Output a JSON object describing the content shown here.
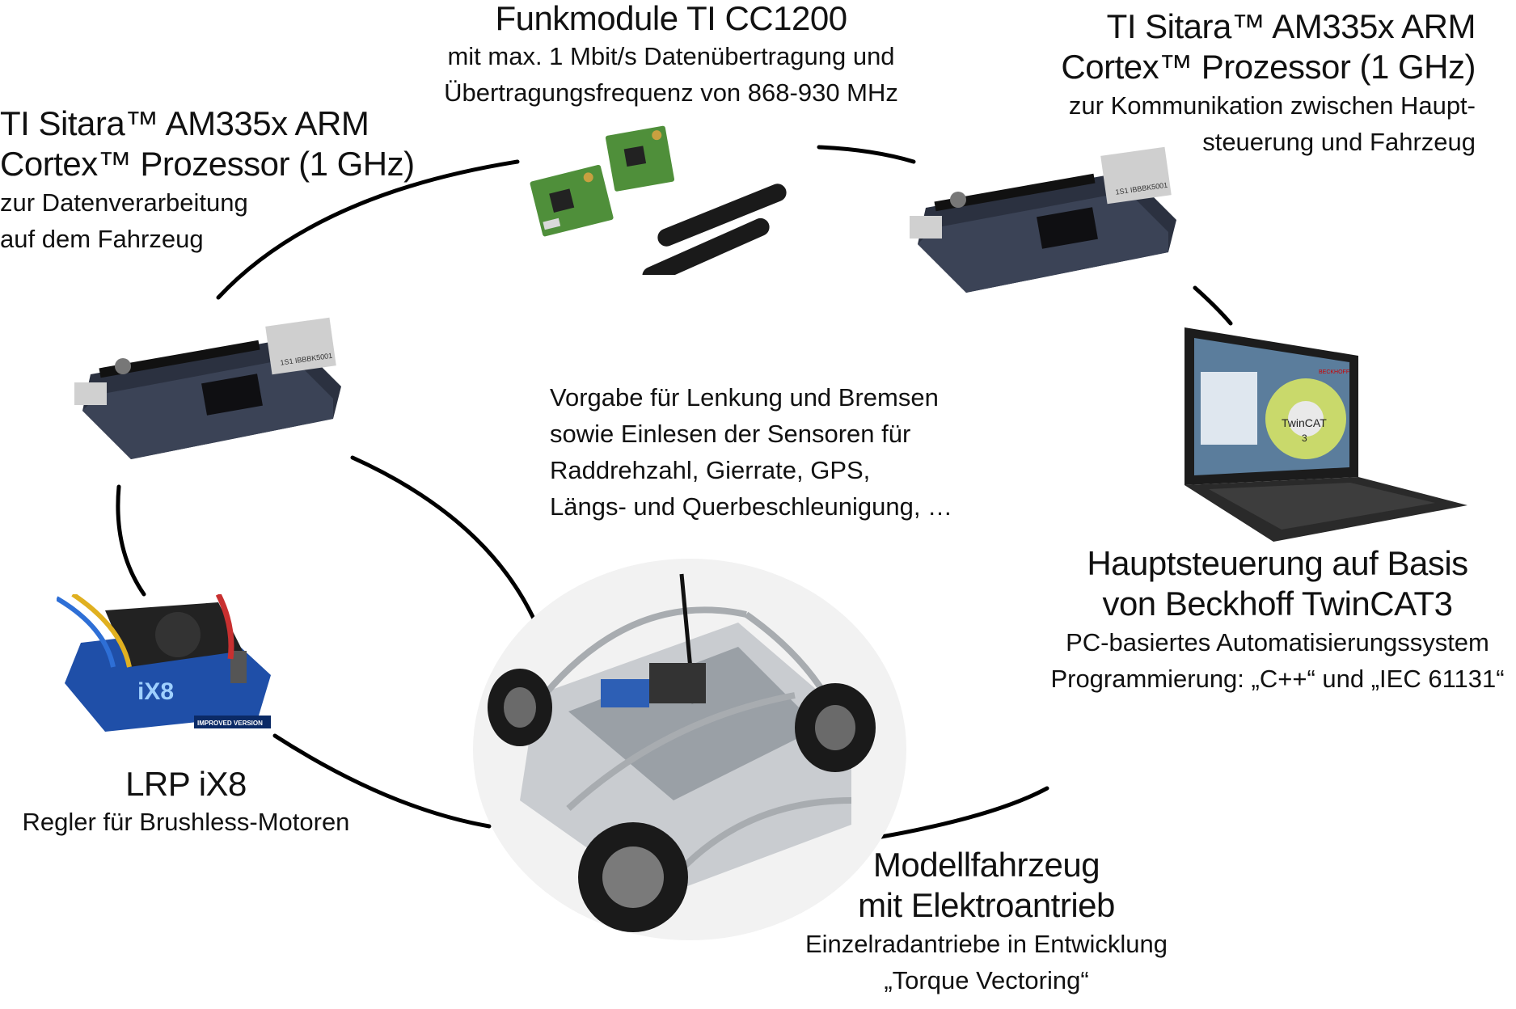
{
  "funk": {
    "title": "Funkmodule TI CC1200",
    "line1": "mit max. 1 Mbit/s Datenübertragung und",
    "line2": "Übertragungsfrequenz von 868-930 MHz"
  },
  "sitara_left": {
    "title1": "TI Sitara™ AM335x ARM",
    "title2": "Cortex™ Prozessor (1 GHz)",
    "line1": "zur Datenverarbeitung",
    "line2": "auf dem Fahrzeug"
  },
  "sitara_right": {
    "title1": "TI Sitara™ AM335x ARM",
    "title2": "Cortex™ Prozessor (1 GHz)",
    "line1": "zur Kommunikation zwischen Haupt-",
    "line2": "steuerung und Fahrzeug"
  },
  "center_text": {
    "line1": "Vorgabe für Lenkung und Bremsen",
    "line2": "sowie Einlesen der Sensoren für",
    "line3": "Raddrehzahl, Gierrate, GPS,",
    "line4": "Längs- und Querbeschleunigung, …"
  },
  "main_control": {
    "title1": "Hauptsteuerung auf Basis",
    "title2": "von Beckhoff TwinCAT3",
    "line1": "PC-basiertes Automatisierungssystem",
    "line2": "Programmierung: „C++“ und „IEC 61131“"
  },
  "lrp": {
    "title": "LRP iX8",
    "line1": "Regler für Brushless-Motoren"
  },
  "vehicle": {
    "title1": "Modellfahrzeug",
    "title2": "mit Elektroantrieb",
    "line1": "Einzelradantriebe in Entwicklung",
    "line2": "„Torque Vectoring“"
  },
  "board_labels": {
    "left": "1S1 IBBBK5001",
    "right": "1S1 IBBBK5001"
  },
  "esc": {
    "badge": "IMPROVED VERSION",
    "logo": "iX8"
  },
  "screen": {
    "brand": "TwinCAT",
    "version": "3",
    "corner": "BECKHOFF"
  }
}
